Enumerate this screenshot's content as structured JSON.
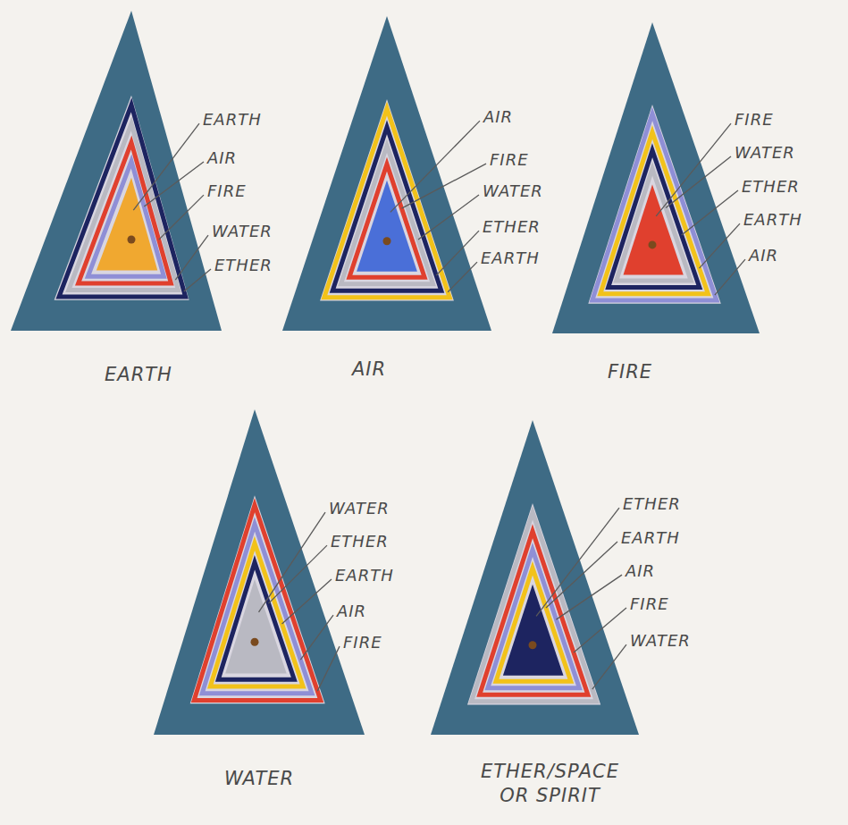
{
  "diagram": {
    "nodes": [
      {
        "text": [
          "EARTH"
        ]
      },
      {
        "text": [
          "AIR"
        ]
      },
      {
        "text": [
          "FIRE"
        ]
      },
      {
        "text": [
          "WATER"
        ]
      },
      {
        "text": [
          "ETHER/SPACE OR SPIRIT"
        ]
      }
    ],
    "labels": [
      "EARTH",
      "AIR",
      "FIRE",
      "WATER",
      "ETHER",
      "AIR",
      "FIRE",
      "WATER",
      "ETHER",
      "EARTH",
      "FIRE",
      "WATER",
      "ETHER",
      "EARTH",
      "AIR",
      "WATER",
      "ETHER",
      "EARTH",
      "AIR",
      "FIRE",
      "ETHER",
      "EARTH",
      "AIR",
      "FIRE",
      "WATER"
    ]
  }
}
